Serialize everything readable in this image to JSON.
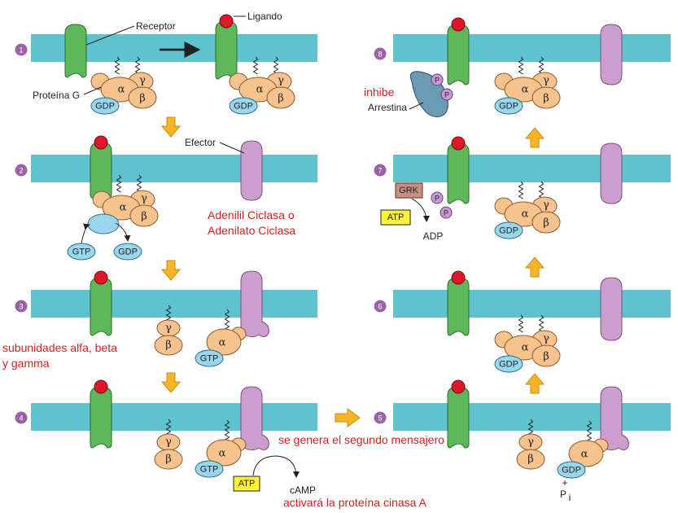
{
  "colors": {
    "membrane": "#5fc3cf",
    "receptor": "#5db85a",
    "ligand": "#e0162b",
    "effector": "#cc9ecd",
    "g_subunit": "#f6c28d",
    "gdp_gtp": "#9ad6ec",
    "step_marker": "#9b62a8",
    "arrestin": "#6b9bb3",
    "grk": "#c98f82",
    "atp_box": "#fff33a",
    "phosphate": "#c79ad2",
    "orange_arrow": "#f7b526",
    "annotation_red": "#d42020"
  },
  "icons": {
    "transition_arrow": "orange-block-arrow",
    "step_marker": "purple-circle"
  },
  "labels": {
    "receptor": "Receptor",
    "ligand": "Ligando",
    "g_protein": "Proteína G",
    "effector": "Efector",
    "arrestin": "Arrestina",
    "grk": "GRK",
    "atp": "ATP",
    "adp": "ADP",
    "camp": "cAMP",
    "gdp": "GDP",
    "gtp": "GTP",
    "alpha": "α",
    "beta": "β",
    "gamma": "γ",
    "phosphate": "P",
    "pi": "P",
    "pi_sub": "i",
    "plus": "+"
  },
  "steps": [
    "1",
    "2",
    "3",
    "4",
    "5",
    "6",
    "7",
    "8"
  ],
  "annotations": {
    "adenylyl_1": "Adenilil Ciclasa o",
    "adenylyl_2": "Adenilato Ciclasa",
    "subunits_1": "subunidades alfa, beta",
    "subunits_2": "y gamma",
    "second_messenger": "se genera el segundo mensajero",
    "pka": "activará la proteína cinasa A",
    "inhibits": "inhibe"
  }
}
